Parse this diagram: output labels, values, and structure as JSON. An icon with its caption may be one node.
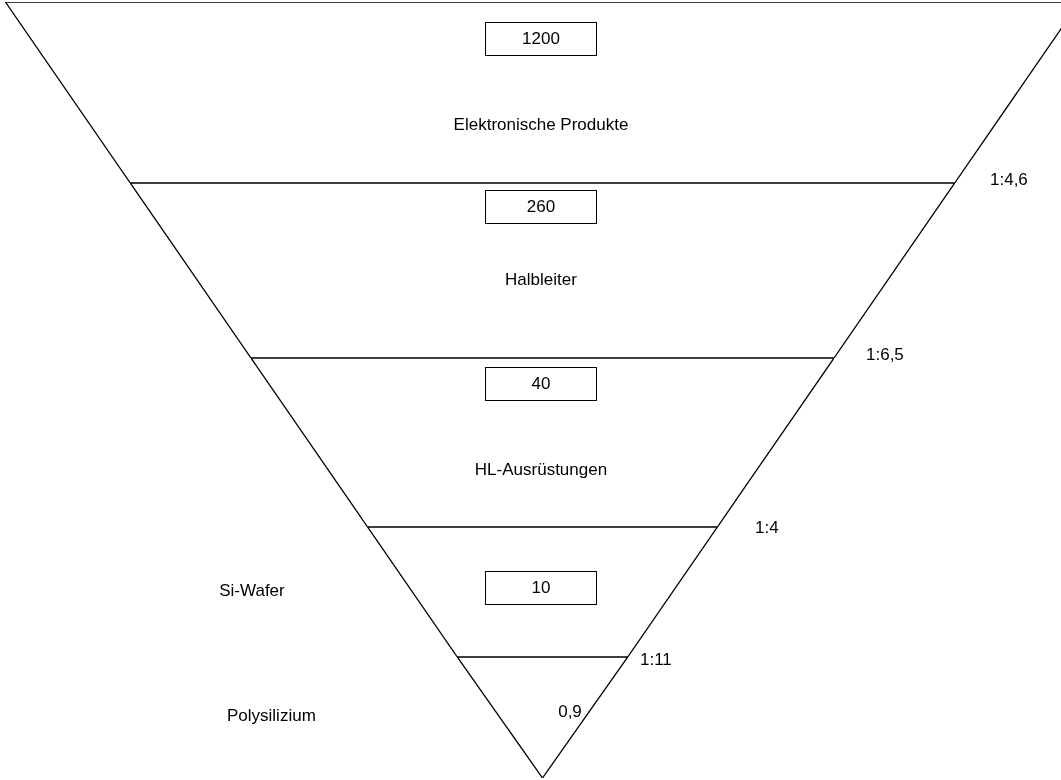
{
  "diagram": {
    "nodes": [
      {
        "text": [
          "Elektronische Produkte"
        ]
      },
      {
        "text": [
          "1200"
        ],
        "in": 0
      },
      {
        "text": [
          "Halbleiter"
        ]
      },
      {
        "text": [
          "260"
        ],
        "in": 2
      },
      {
        "text": [
          "HL-Ausrüstungen"
        ]
      },
      {
        "text": [
          "40"
        ],
        "in": 4
      },
      {
        "text": [
          "Si-Wafer"
        ]
      },
      {
        "text": [
          "10"
        ],
        "in": 6
      },
      {
        "text": [
          "0,9"
        ]
      }
    ],
    "labels": [
      "1:4,6",
      "1:6,5",
      "1:4",
      "1:11",
      "Polysilizium"
    ]
  }
}
